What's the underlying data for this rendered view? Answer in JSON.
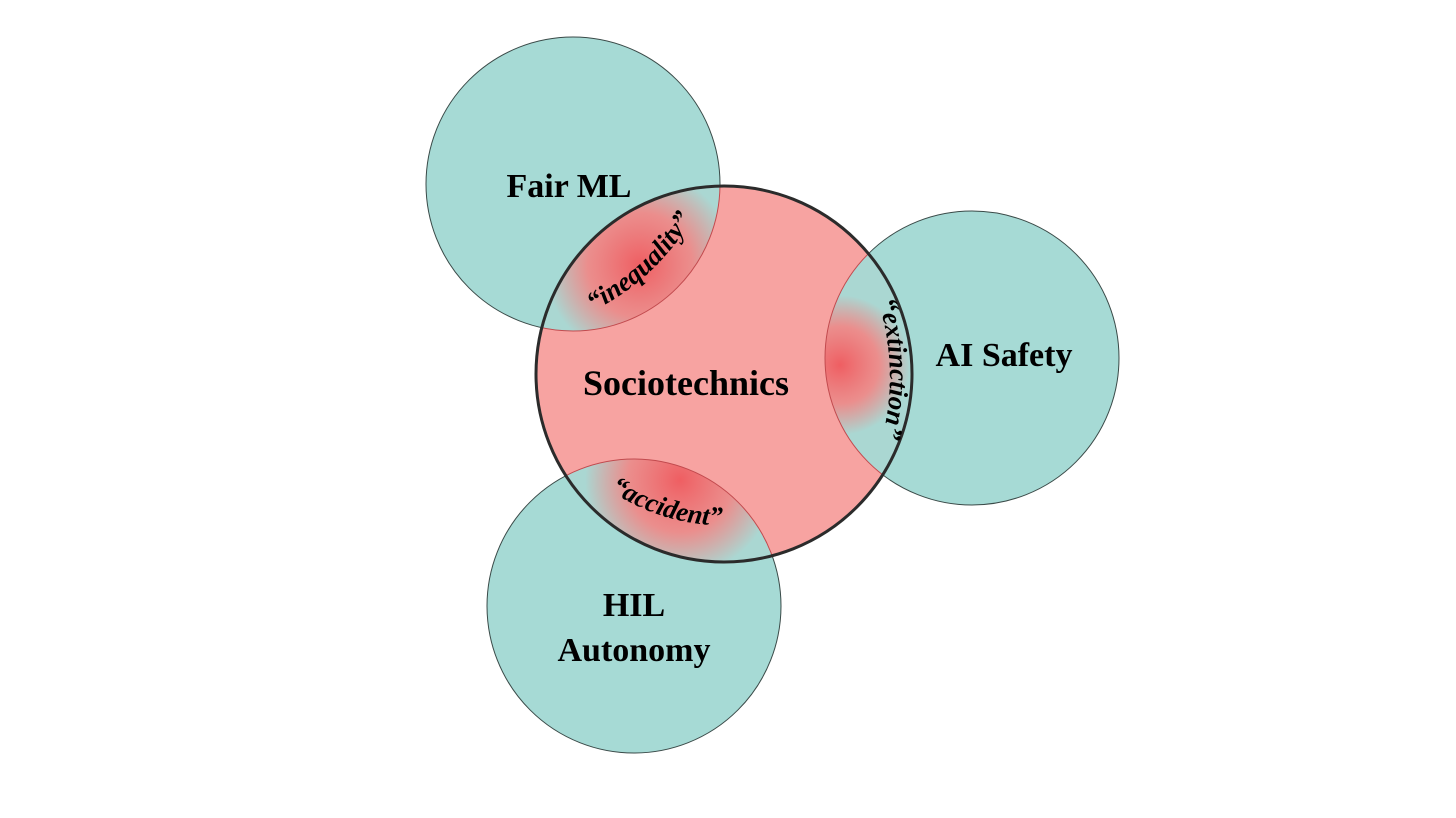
{
  "diagram": {
    "center": {
      "label": "Sociotechnics",
      "fill": "#f7a3a1",
      "stroke": "#2b2b2b"
    },
    "satellites": [
      {
        "id": "fair-ml",
        "lines": [
          "Fair ML"
        ],
        "overlap_label": "“inequality”"
      },
      {
        "id": "ai-safety",
        "lines": [
          "AI Safety"
        ],
        "overlap_label": "“extinction”"
      },
      {
        "id": "hil-autonomy",
        "lines": [
          "HIL",
          "Autonomy"
        ],
        "overlap_label": "“accident”"
      }
    ],
    "colors": {
      "satellite_fill": "#a6dad5",
      "satellite_stroke": "#3a4a48",
      "overlap_glow": "#ef5e62"
    }
  }
}
